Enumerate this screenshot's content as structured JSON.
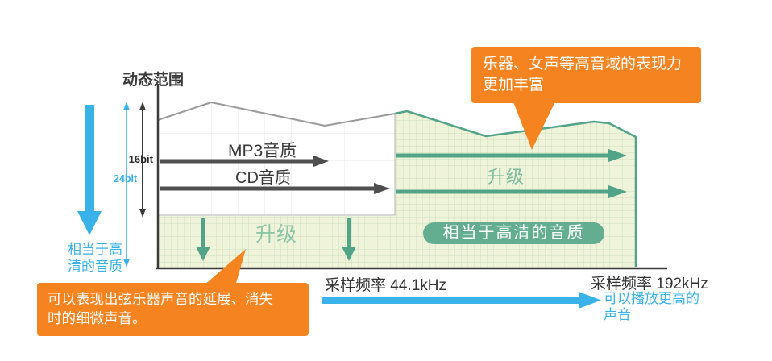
{
  "diagram": {
    "title": "动态范围",
    "y_axis": {
      "bit16": "16bit",
      "bit24": "24bit"
    },
    "streams": {
      "mp3": "MP3音质",
      "cd": "CD音质"
    },
    "upgrade_right": "升级",
    "upgrade_bottom": "升级",
    "hd_badge": "相当于高清的音质",
    "x_axis": {
      "freq_44": "采样频率 44.1kHz",
      "freq_192": "采样频率 192kHz"
    }
  },
  "callouts": {
    "top_right": {
      "line1": "乐器、女声等高音域的表现力",
      "line2": "更加丰富"
    },
    "bottom_left": {
      "line1": "可以表现出弦乐器声音的延展、消失",
      "line2": "时的细微声音。"
    }
  },
  "notes": {
    "left": "相当于高清的音质",
    "bottom_right": "可以播放更高的声音"
  },
  "colors": {
    "orange": "#f5831f",
    "blue": "#38b2e8",
    "teal": "#51a487",
    "teal_light": "#7fbd9e",
    "badge": "#63ad90",
    "green_fill": "#eef3da",
    "green_grid": "#cfe2ba",
    "gray_line": "#9a9a9a",
    "white_grid": "#e4e4e4",
    "dark": "#3b3b3b"
  }
}
